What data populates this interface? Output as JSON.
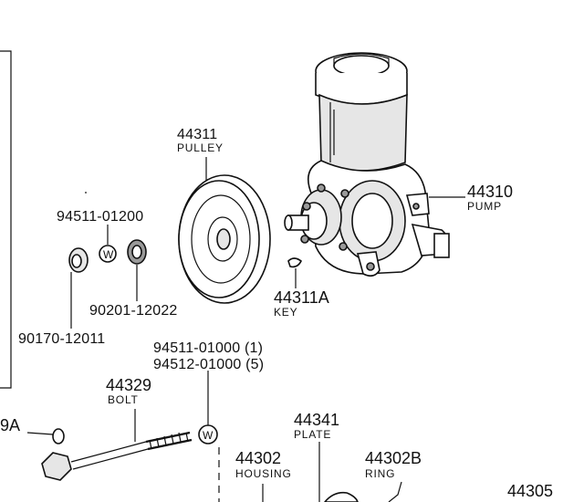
{
  "parts": {
    "pulley": {
      "number": "44311",
      "name": "PULLEY"
    },
    "pump": {
      "number": "44310",
      "name": "PUMP"
    },
    "key": {
      "number": "44311A",
      "name": "KEY"
    },
    "bolt": {
      "number": "44329",
      "name": "BOLT"
    },
    "plate": {
      "number": "44341",
      "name": "PLATE"
    },
    "housing": {
      "number": "44302",
      "name": "HOUSING"
    },
    "ring": {
      "number": "44302B",
      "name": "RING"
    },
    "washer_top": {
      "number": "94511-01200"
    },
    "washer_lower": {
      "number": "90201-12022"
    },
    "nut": {
      "number": "90170-12011"
    },
    "washer_bolt_1": {
      "number": "94511-01000 (1)"
    },
    "washer_bolt_5": {
      "number": "94512-01000 (5)"
    },
    "partial_left": {
      "number": "9A"
    },
    "partial_right": {
      "number": "44305"
    },
    "washer_symbol": "W"
  }
}
